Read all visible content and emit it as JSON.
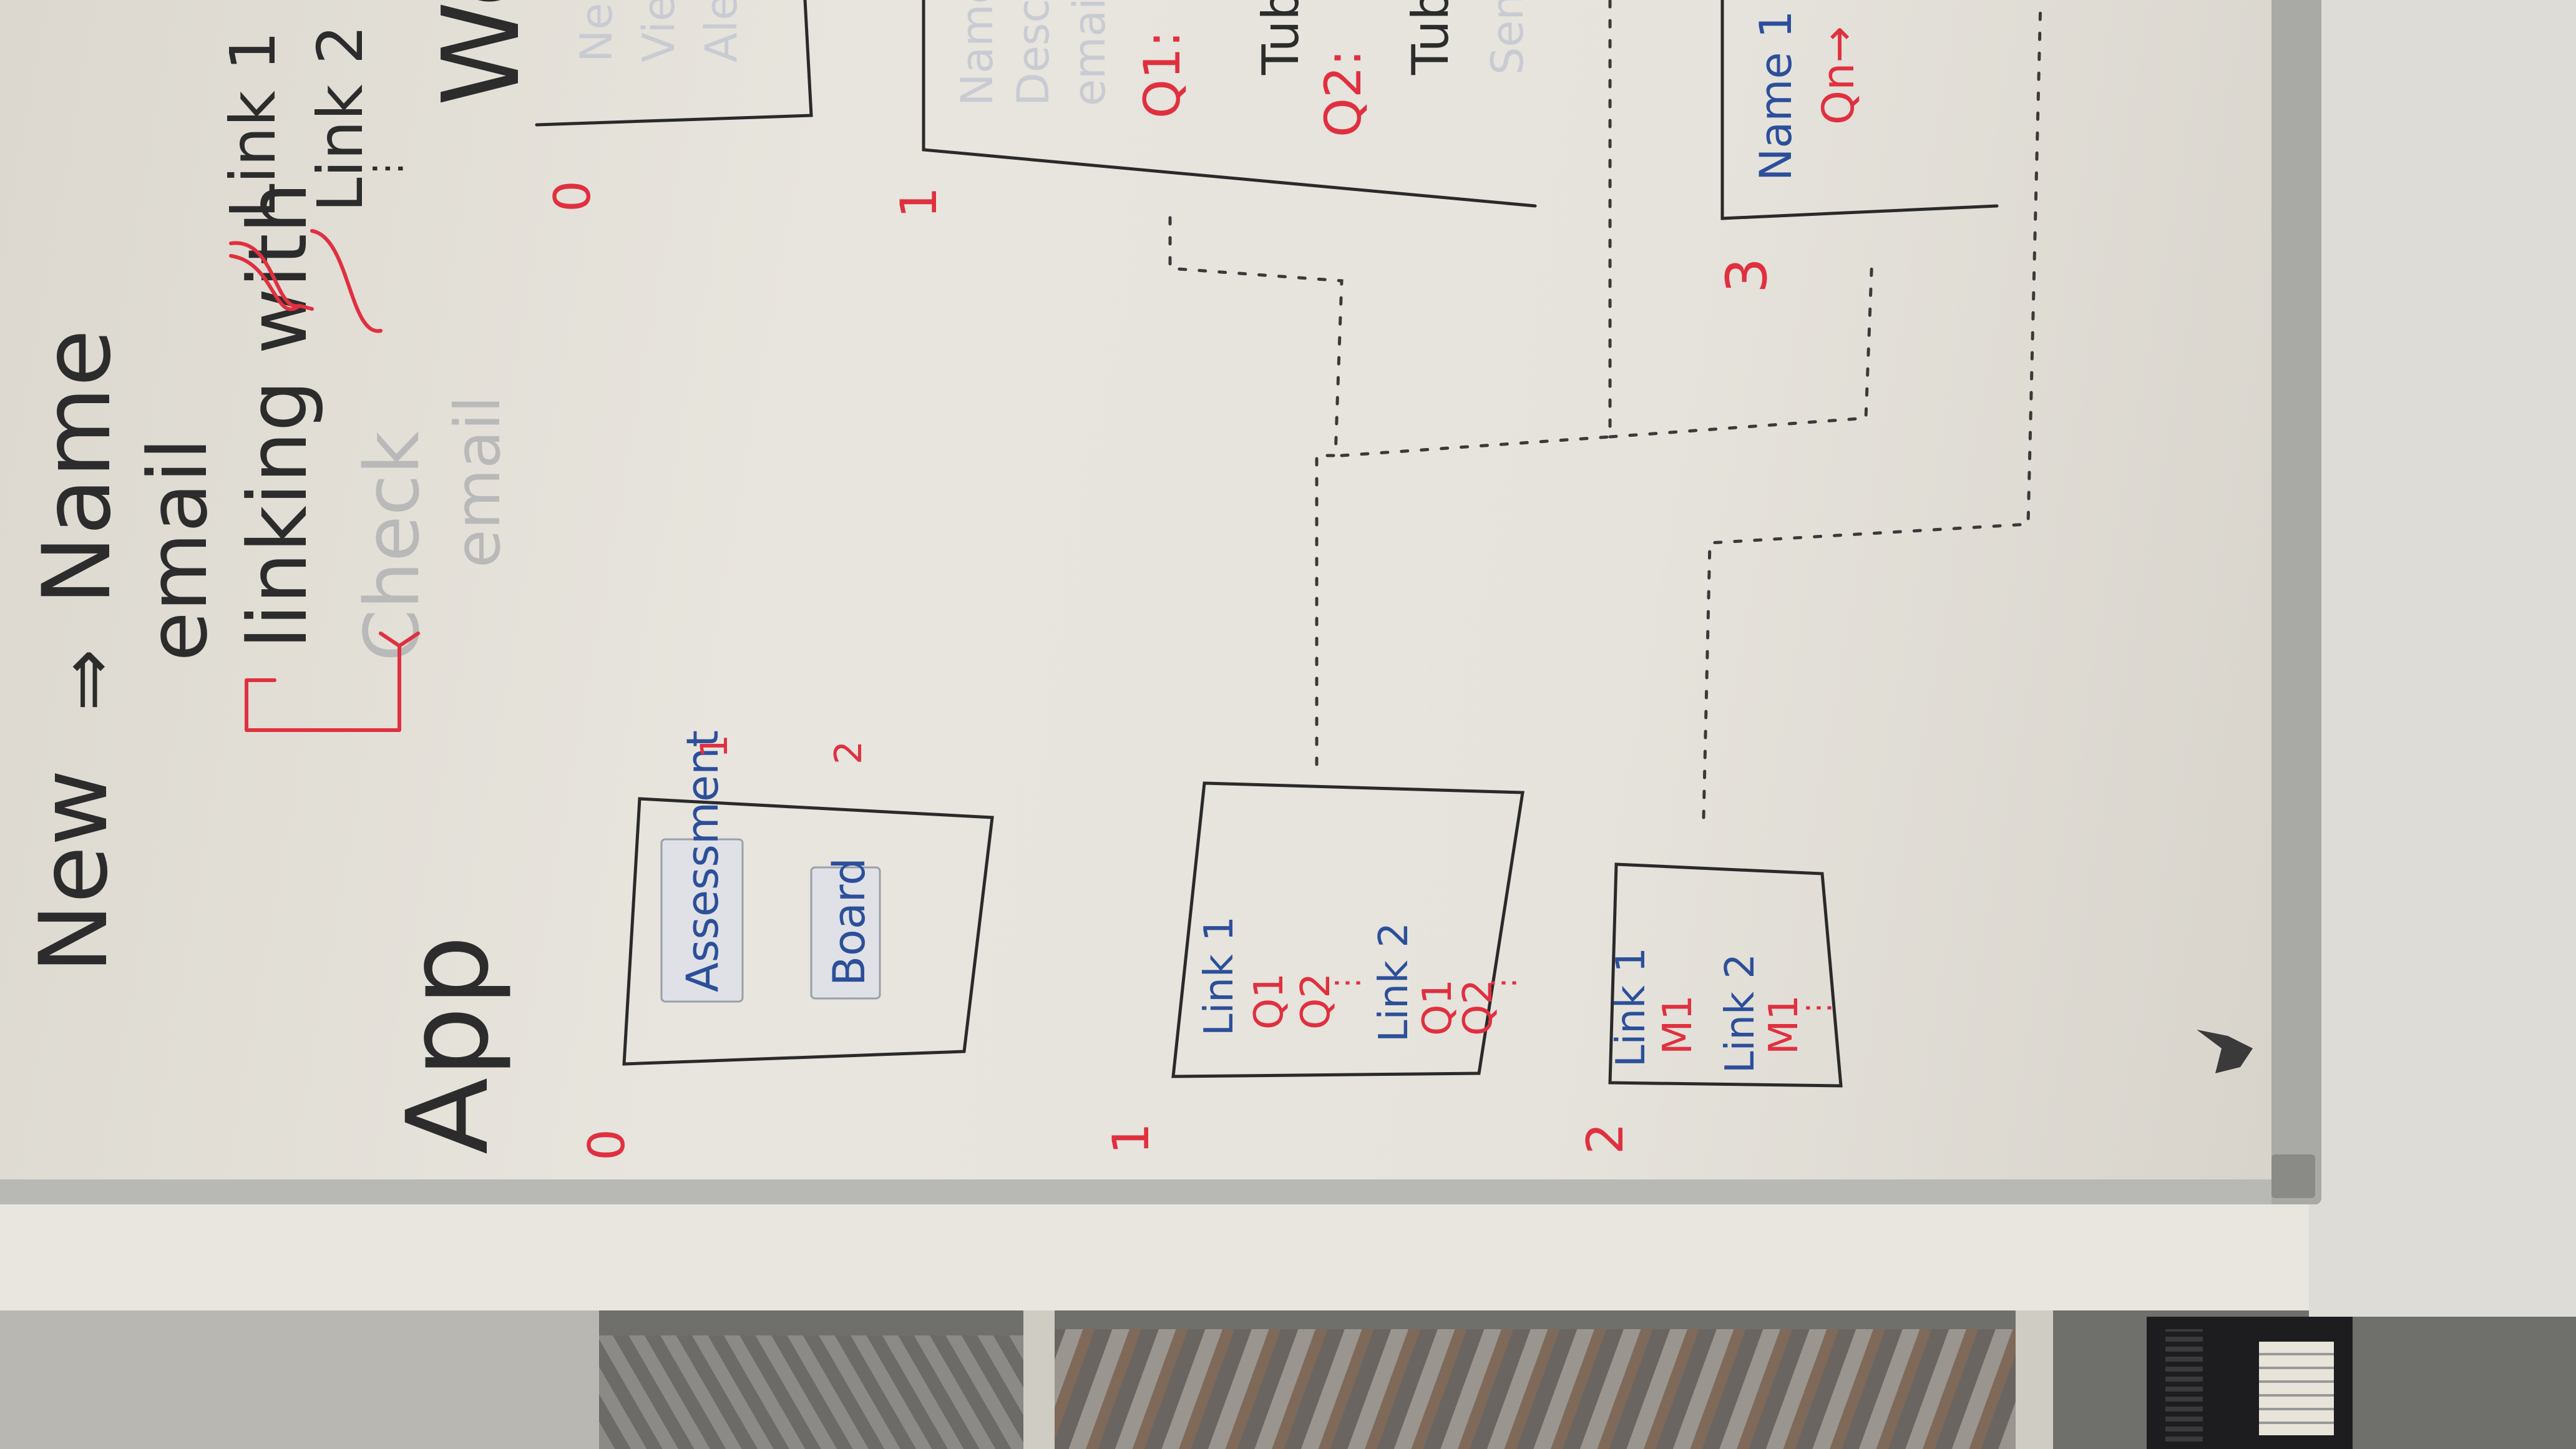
{
  "header": {
    "new_label": "New",
    "arrow": "⇒",
    "name_label": "Name",
    "email_label": "email",
    "linking_label": "linking with",
    "check_label": "Check",
    "check_email_label": "email",
    "links": [
      "Link 1",
      "Link 2"
    ],
    "links_more": "⋮"
  },
  "app": {
    "title": "App",
    "screen0_number": "0",
    "buttons": [
      {
        "label": "Assessment",
        "number": "1"
      },
      {
        "label": "Board",
        "number": "2"
      }
    ]
  },
  "screen1": {
    "number": "1",
    "items": [
      "Link 1",
      "Q1",
      "Q2",
      "⋮",
      "Link 2",
      "Q1",
      "Q2",
      "⋮"
    ]
  },
  "screen2": {
    "number": "2",
    "items": [
      "Link 1",
      "M1",
      "Link 2",
      "M1",
      "⋮"
    ]
  },
  "web": {
    "title": "We",
    "screen0_number": "0",
    "screen0_items": [
      "Ne",
      "Vie",
      "Ale"
    ],
    "screen1_number": "1",
    "screen1_items": [
      "Name",
      "Descr",
      "email",
      "Q1:",
      "Tub",
      "Q2:",
      "Tub",
      "Send"
    ],
    "screen3_number": "3",
    "screen3_items": [
      "Name 1",
      "Qn→"
    ]
  },
  "colors": {
    "whiteboard": "#e6e3dc",
    "marker_black": "#2c2c2c",
    "marker_red": "#e0303f",
    "marker_blue": "#2c4f9a"
  }
}
